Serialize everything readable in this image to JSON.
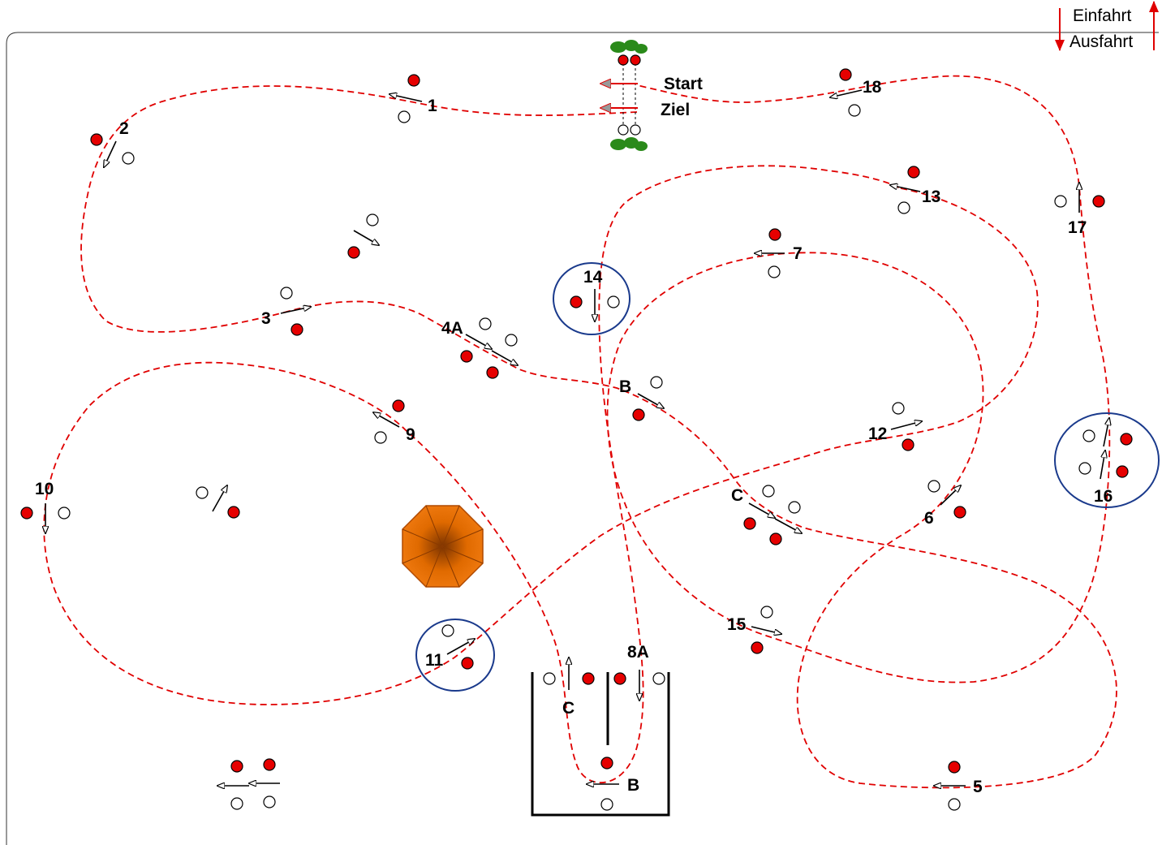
{
  "legend": {
    "entry": "Einfahrt",
    "exit": "Ausfahrt",
    "color": "#e00000"
  },
  "labels": {
    "start": "Start",
    "finish": "Ziel",
    "g1": "1",
    "g2": "2",
    "g3": "3",
    "g4a": "4A",
    "g5": "5",
    "g6": "6",
    "g7": "7",
    "g8a": "8A",
    "g9": "9",
    "g10": "10",
    "g11": "11",
    "g12": "12",
    "g13": "13",
    "g14": "14",
    "g15": "15",
    "g16": "16",
    "g17": "17",
    "g18": "18",
    "b_mid": "B",
    "c_mid": "C",
    "c_box": "C",
    "b_box": "B"
  },
  "colors": {
    "route": "#e00000",
    "pylon_red": "#e60000",
    "pylon_white": "#ffffff",
    "circle_ring": "#1a3a8c",
    "obstacle": "#e86a00",
    "trees": "#2a8a1a"
  },
  "icons": {
    "obstacle": "octagon-obstacle-icon",
    "trees": "tree-icon",
    "arrow": "direction-arrow-icon"
  }
}
